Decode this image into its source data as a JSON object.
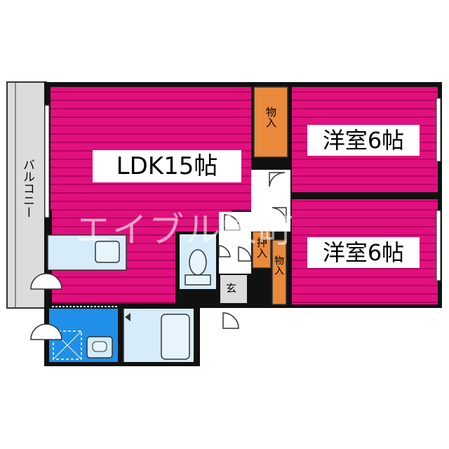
{
  "rooms": {
    "ldk": "LDK15帖",
    "western_room_upper": "洋室6帖",
    "western_room_lower": "洋室6帖",
    "closet_upper": "物入",
    "closet_lower": "物入",
    "oshiire": "押入",
    "entrance": "玄",
    "balcony": "バルコニー"
  },
  "watermark": "エイブル栄町",
  "colors": {
    "room_fill": "#e0107e",
    "room_stripe": "#b8005f",
    "closet": "#e98a3c",
    "wall": "#111111",
    "wet_area": "#d6ecfa",
    "washroom": "#1f8fe8",
    "balcony": "#dcdcdc"
  }
}
